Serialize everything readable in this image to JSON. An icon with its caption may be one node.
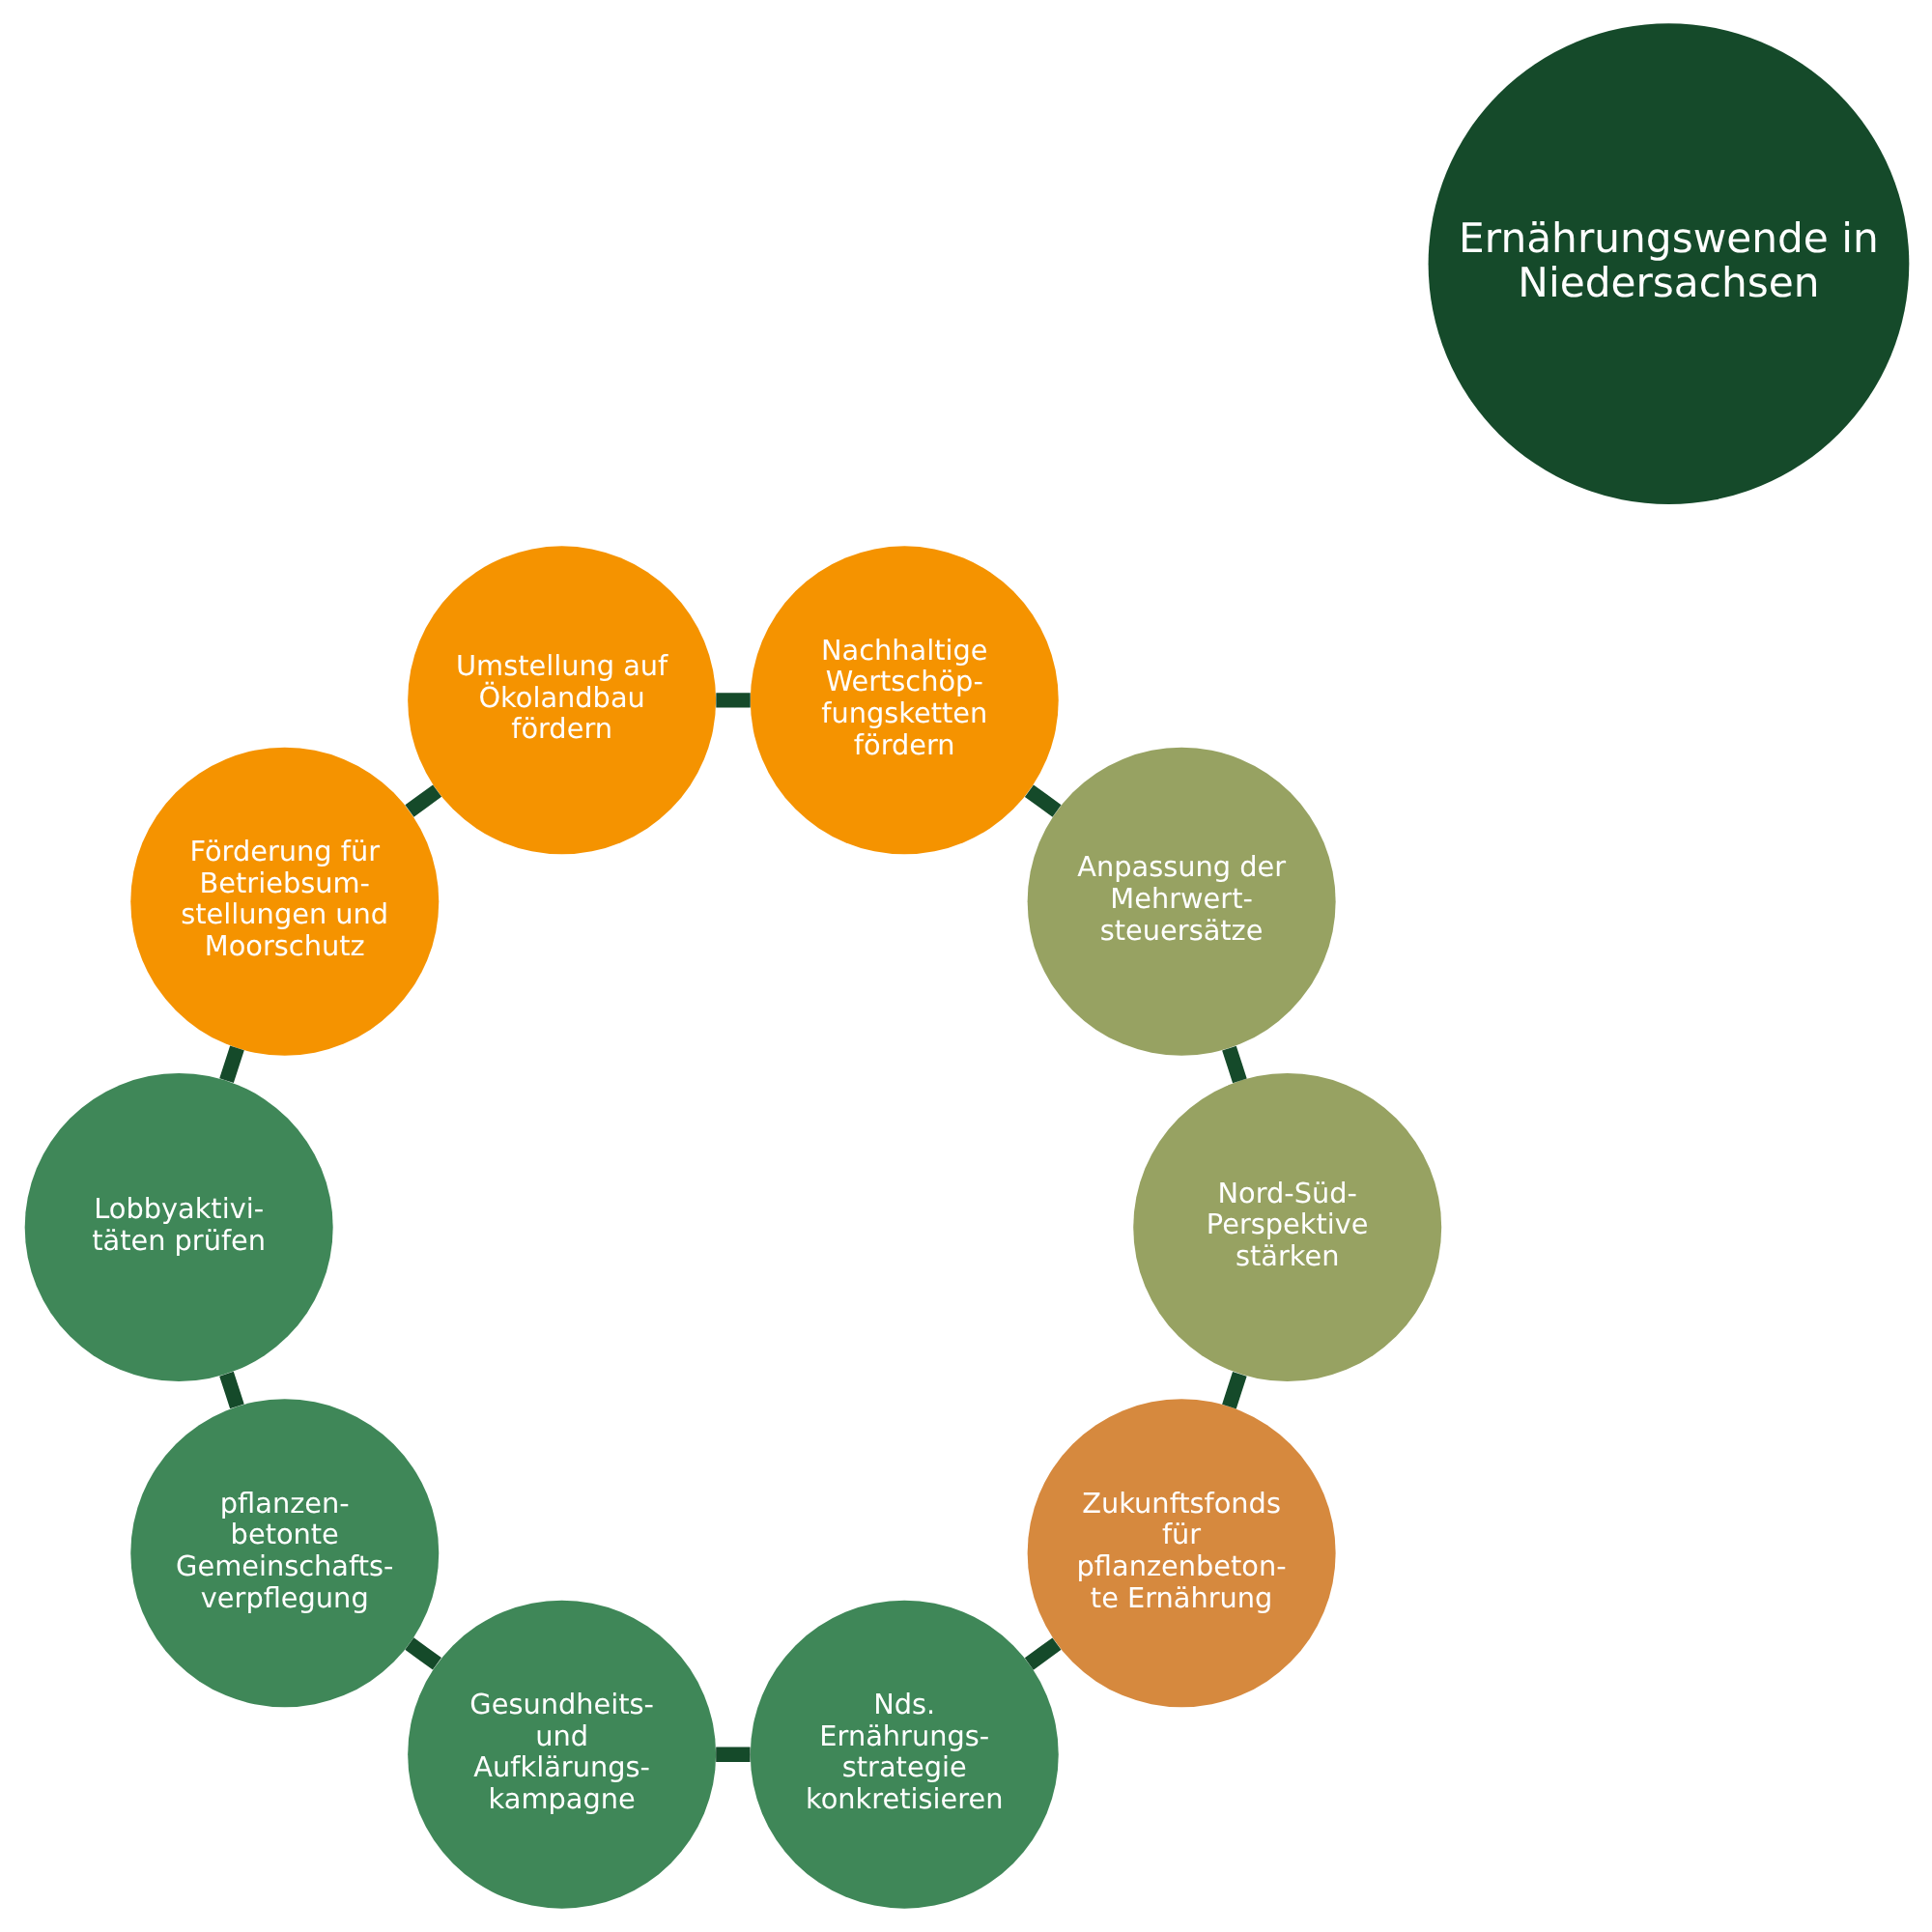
{
  "diagram": {
    "nodes": [
      {
        "text": [
          "Ernährungswende in Niedersachsen"
        ]
      },
      {
        "text": [
          "Zukunftsfonds für pflanzenbeton- te Ernährung"
        ]
      },
      {
        "text": [
          "Nds. Ernährungs- strategie konkretisieren"
        ]
      },
      {
        "text": [
          "Gesundheits- und Aufklärungs- kampagne"
        ]
      },
      {
        "text": [
          "pflanzen- betonte Gemeinschafts- verpflegung"
        ]
      },
      {
        "text": [
          "Lobbyaktivi- täten prüfen"
        ]
      },
      {
        "text": [
          "Förderung für Betriebsum- stellungen und Moorschutz"
        ]
      },
      {
        "text": [
          "Umstellung auf Ökolandbau fördern"
        ]
      },
      {
        "text": [
          "Nachhaltige Wertschöp- fungsketten fördern"
        ]
      },
      {
        "text": [
          "Anpassung der Mehrwert- steuersätze"
        ]
      },
      {
        "text": [
          "Nord-Süd- Perspektive stärken"
        ]
      }
    ],
    "edges": [
      {
        "from": 1,
        "to": 2,
        "arrow": "none"
      },
      {
        "from": 2,
        "to": 3,
        "arrow": "none"
      },
      {
        "from": 3,
        "to": 4,
        "arrow": "none"
      },
      {
        "from": 4,
        "to": 5,
        "arrow": "none"
      },
      {
        "from": 5,
        "to": 6,
        "arrow": "none"
      },
      {
        "from": 6,
        "to": 7,
        "arrow": "none"
      },
      {
        "from": 7,
        "to": 8,
        "arrow": "none"
      },
      {
        "from": 8,
        "to": 9,
        "arrow": "none"
      },
      {
        "from": 9,
        "to": 10,
        "arrow": "none"
      },
      {
        "from": 10,
        "to": 1,
        "arrow": "none"
      }
    ]
  }
}
